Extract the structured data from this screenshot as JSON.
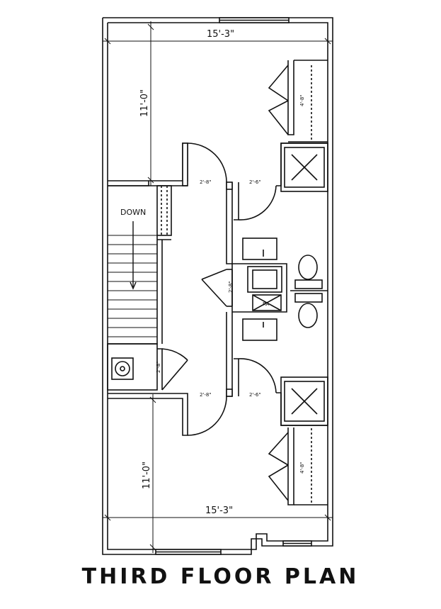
{
  "title": "THIRD FLOOR PLAN",
  "labels": {
    "down": "DOWN",
    "range": "RA",
    "width_top": "15'-3\"",
    "width_bottom": "15'-3\"",
    "depth_top": "11'-0\"",
    "depth_bottom": "11'-0\"",
    "door_hall_upper": "2'-8\"",
    "door_hall_lower": "2'-8\"",
    "door_bath_upper": "2'-6\"",
    "door_bath_lower": "2'-6\"",
    "closet_upper": "4'-8\"",
    "closet_lower": "4'-8\"",
    "door_laundry": "2'-8\"",
    "door_utility": "2'-8\""
  }
}
